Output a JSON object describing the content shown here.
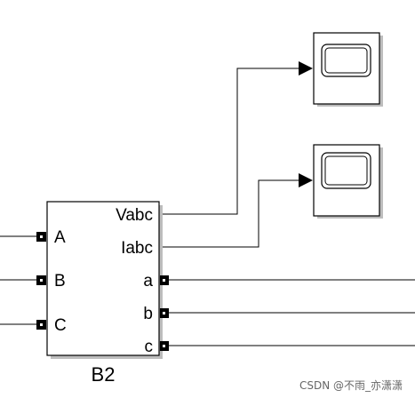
{
  "block": {
    "name": "B2",
    "inputs": [
      "A",
      "B",
      "C"
    ],
    "outputs_measure": [
      "Vabc",
      "Iabc"
    ],
    "outputs_phase": [
      "a",
      "b",
      "c"
    ]
  },
  "scopes": [
    {
      "id": "scope-1",
      "icon": "scope-icon"
    },
    {
      "id": "scope-2",
      "icon": "scope-icon"
    }
  ],
  "watermark": "CSDN @不雨_亦潇潇",
  "colors": {
    "line": "#000000",
    "block_fill": "#ffffff",
    "scope_screen": "#ffffff",
    "watermark": "#666666"
  }
}
